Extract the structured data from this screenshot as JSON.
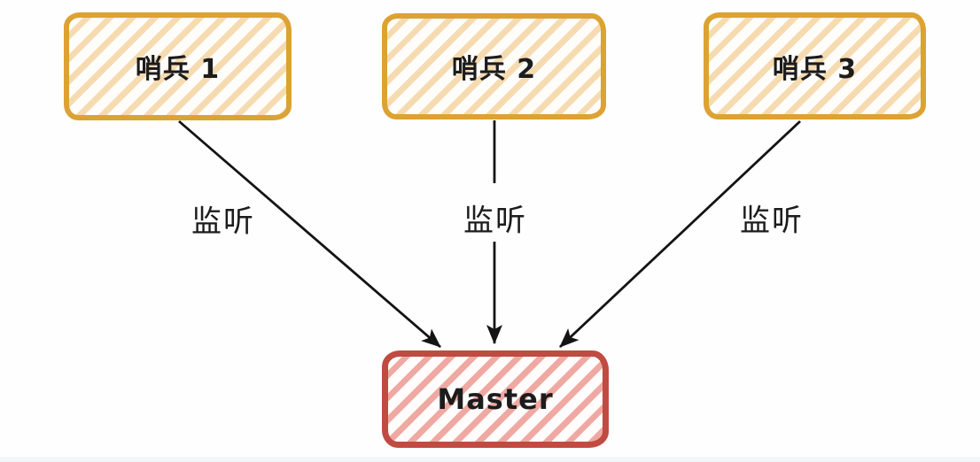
{
  "diagram": {
    "nodes": [
      {
        "id": "sentinel1",
        "label": "哨兵 1",
        "role": "sentinel"
      },
      {
        "id": "sentinel2",
        "label": "哨兵 2",
        "role": "sentinel"
      },
      {
        "id": "sentinel3",
        "label": "哨兵 3",
        "role": "sentinel"
      },
      {
        "id": "master",
        "label": "Master",
        "role": "master"
      }
    ],
    "edges": [
      {
        "from": "sentinel1",
        "to": "master",
        "label": "监听"
      },
      {
        "from": "sentinel2",
        "to": "master",
        "label": "监听"
      },
      {
        "from": "sentinel3",
        "to": "master",
        "label": "监听"
      }
    ],
    "colors": {
      "sentinel_border": "#dca233",
      "sentinel_hatch": "#f6dbb1",
      "master_border": "#bf4b41",
      "master_hatch": "#efa9a2",
      "arrow": "#141414",
      "text": "#1c1c1c",
      "background": "#fefefe"
    }
  }
}
